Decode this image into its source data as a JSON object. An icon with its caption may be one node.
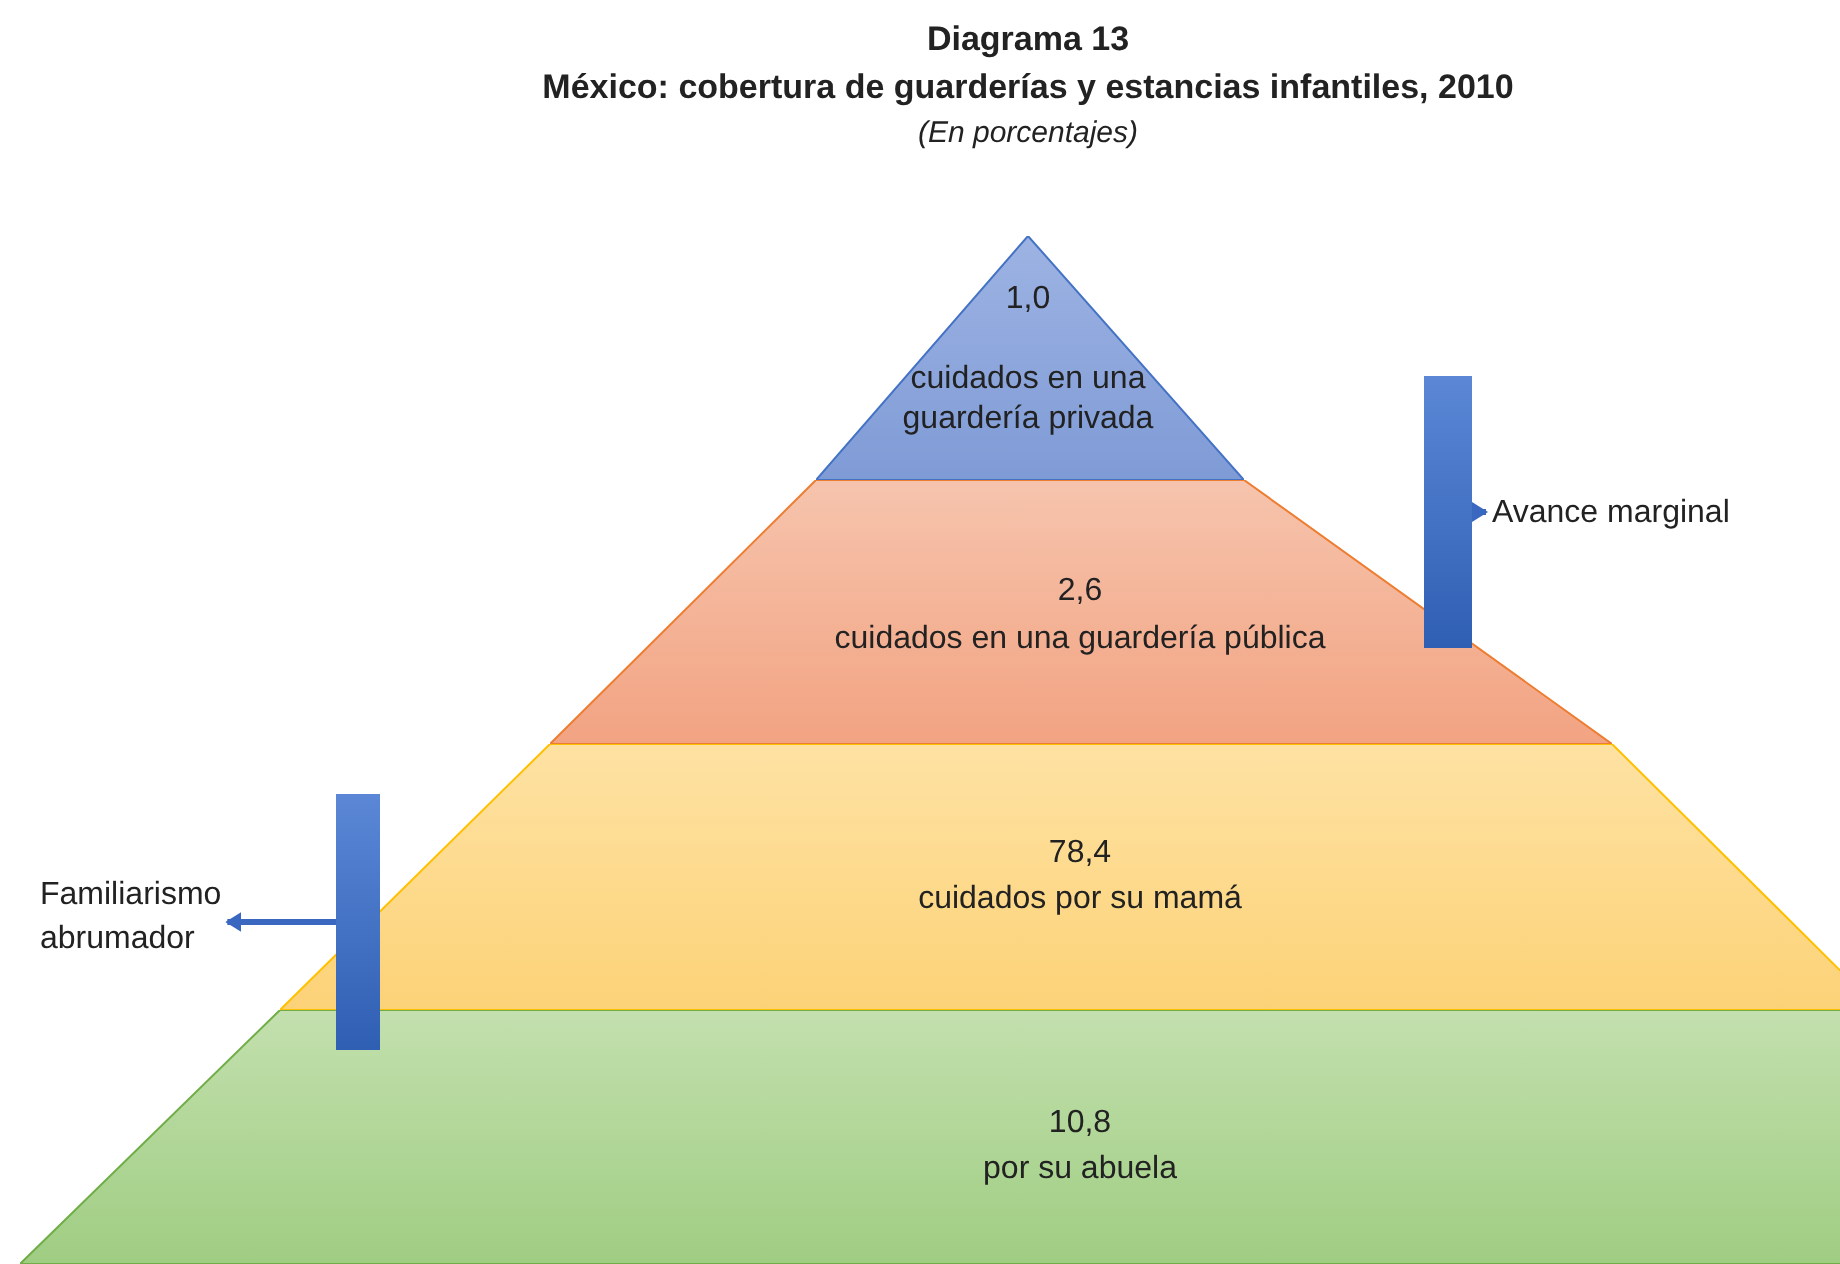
{
  "diagram": {
    "title": "Diagrama 13",
    "nodes": [
      {
        "text": [
          "1,0",
          "cuidados en una guardería privada"
        ]
      },
      {
        "text": [
          "2,6",
          "cuidados en una guardería pública"
        ]
      },
      {
        "text": [
          "78,4",
          "cuidados por su mamá"
        ]
      },
      {
        "text": [
          "10,8",
          "por su abuela"
        ]
      },
      {
        "text": [],
        "shape": "bar"
      },
      {
        "text": [
          "Avance marginal"
        ]
      },
      {
        "text": [],
        "shape": "bar"
      },
      {
        "text": [
          "Familiarismo abrumador"
        ]
      }
    ],
    "edges": [
      {
        "from": 4,
        "to": 5,
        "arrow": "to"
      },
      {
        "from": 6,
        "to": 7,
        "arrow": "to"
      }
    ],
    "labels": [
      "México: cobertura de guarderías y estancias infantiles, 2010",
      "(En porcentajes)"
    ]
  }
}
